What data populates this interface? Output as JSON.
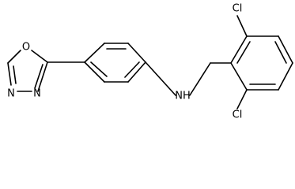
{
  "molecule": {
    "atom_labels": {
      "ring_oxygen": "O",
      "ring_nitrogen_1": "N",
      "ring_nitrogen_2": "N",
      "amine": "NH",
      "chlorine_top": "Cl",
      "chlorine_bottom": "Cl"
    }
  }
}
